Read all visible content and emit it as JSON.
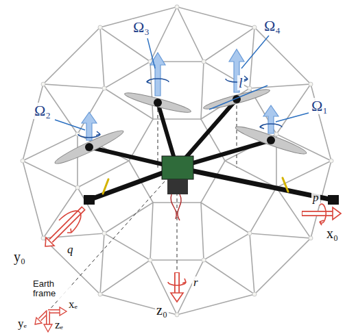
{
  "diagram": {
    "labels": [
      "Ω₃",
      "Ω₄",
      "Ω₂",
      "l",
      "Ω₁",
      "p",
      "x₀",
      "q",
      "y₀",
      "r",
      "z₀",
      "Earth frame",
      "xₑ",
      "yₑ",
      "zₑ"
    ]
  }
}
